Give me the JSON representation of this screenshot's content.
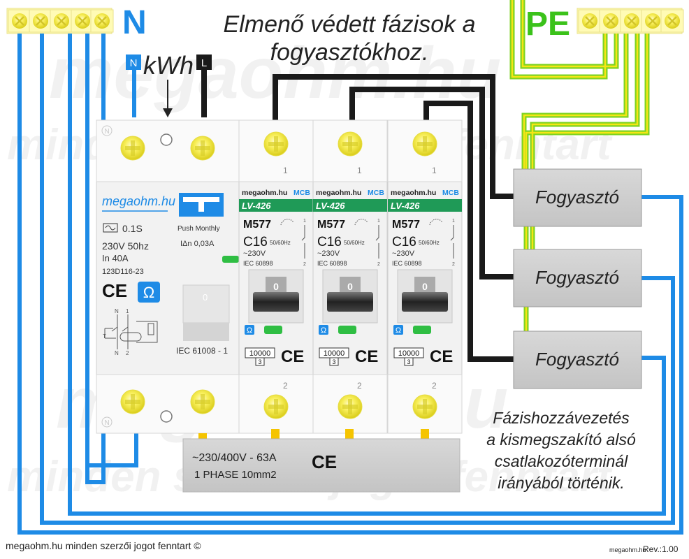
{
  "watermark": {
    "line1": "megaohm.hu",
    "line2": "minden szerzői jogot fenntart"
  },
  "labels": {
    "neutral": "N",
    "protective_earth": "PE",
    "kwh": "kWh",
    "rcd_n": "N",
    "rcd_l": "L"
  },
  "title": {
    "line1": "Elmenő védett fázisok a",
    "line2": "fogyasztókhoz."
  },
  "rcd": {
    "terminal_mark": "N",
    "brand": "megaohm.hu",
    "test_label": "Push Monthly",
    "idn": "IΔn  0,03A",
    "tripping": "0.1S",
    "voltage_freq": "230V  50hz",
    "current": "In 40A",
    "code": "123D116-23",
    "ce": "CE",
    "omega": "Ω",
    "standard": "IEC 61008 - 1",
    "handle_mark": "0",
    "schem_n": "N",
    "schem_1": "1",
    "schem_t": "T",
    "schem_n2": "N",
    "schem_2": "2"
  },
  "breakers": [
    {
      "top_terminal": "1",
      "brand": "megaohm.hu",
      "type": "MCB",
      "series": "LV-426",
      "model": "M577",
      "rating": "C16",
      "freq": "50/60Hz",
      "voltage": "~230V",
      "standard": "IEC 60898",
      "handle": "0",
      "capacity": "10000",
      "class": "3",
      "ce": "CE",
      "omega": "Ω",
      "bottom_terminal": "2",
      "sch_1": "1",
      "sch_2": "2"
    },
    {
      "top_terminal": "1",
      "brand": "megaohm.hu",
      "type": "MCB",
      "series": "LV-426",
      "model": "M577",
      "rating": "C16",
      "freq": "50/60Hz",
      "voltage": "~230V",
      "standard": "IEC 60898",
      "handle": "0",
      "capacity": "10000",
      "class": "3",
      "ce": "CE",
      "omega": "Ω",
      "bottom_terminal": "2",
      "sch_1": "1",
      "sch_2": "2"
    },
    {
      "top_terminal": "1",
      "brand": "megaohm.hu",
      "type": "MCB",
      "series": "LV-426",
      "model": "M577",
      "rating": "C16",
      "freq": "50/60Hz",
      "voltage": "~230V",
      "standard": "IEC 60898",
      "handle": "0",
      "capacity": "10000",
      "class": "3",
      "ce": "CE",
      "omega": "Ω",
      "bottom_terminal": "2",
      "sch_1": "1",
      "sch_2": "2"
    }
  ],
  "consumers": [
    "Fogyasztó",
    "Fogyasztó",
    "Fogyasztó"
  ],
  "busbar": {
    "spec": "~230/400V - 63A",
    "phase": "1 PHASE  10mm2",
    "ce": "CE"
  },
  "note": [
    "Fázishozzávezetés",
    "a kismegszakító alsó",
    "csatlakozóterminál",
    "irányából történik."
  ],
  "footer": {
    "copyright": "megaohm.hu minden szerzői jogot fenntart ©",
    "site": "megaohm.hu",
    "revision": "Rev.:1.00"
  },
  "colors": {
    "neutral_wire": "#1e8be6",
    "phase_wire": "#1a1a1a",
    "pe_wire_green": "#7ed321",
    "pe_wire_yellow": "#f5e614",
    "mcb_band": "#1f9a57",
    "terminal_screw": "#f3ea3a",
    "neutral_text": "#1e8be6",
    "pe_text": "#3bc21a"
  }
}
